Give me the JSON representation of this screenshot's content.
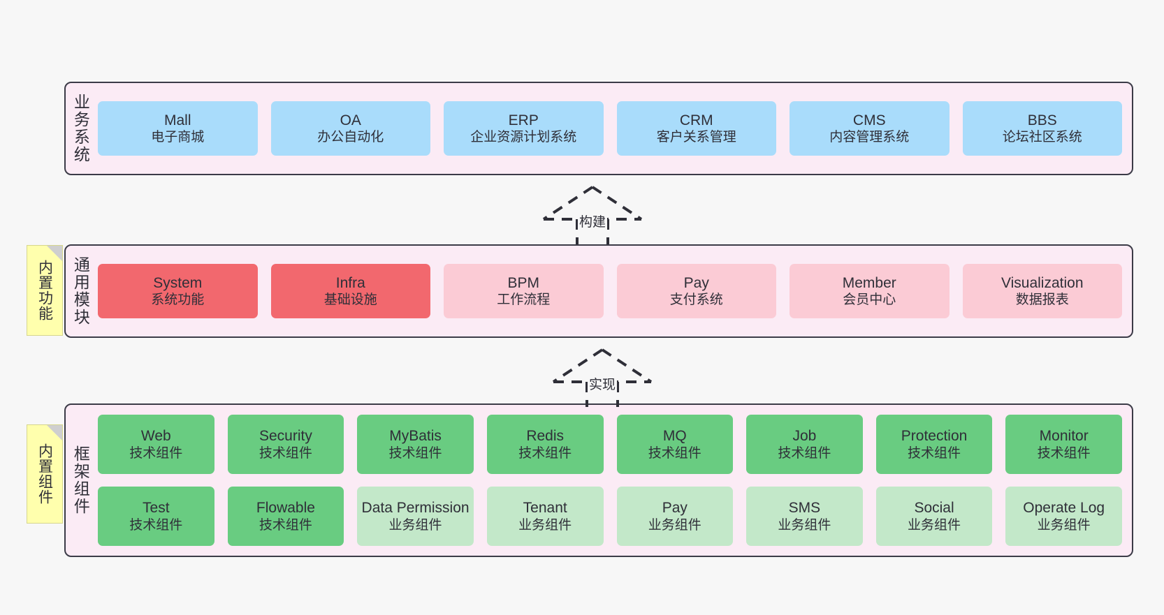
{
  "canvas": {
    "background": "#f7f7f7",
    "panel_background": "#fbebf5",
    "panel_border": "#3b3b47"
  },
  "notes": [
    {
      "label": "内置功能",
      "color": "#ffffad"
    },
    {
      "label": "内置组件",
      "color": "#ffffad"
    }
  ],
  "connectors": [
    {
      "label": "构建",
      "style": "dashed-hollow-arrow-up"
    },
    {
      "label": "实现",
      "style": "dashed-hollow-arrow-up"
    }
  ],
  "layers": [
    {
      "title": "业务系统",
      "rows": [
        {
          "cards": [
            {
              "title": "Mall",
              "subtitle": "电子商城",
              "color": "#a9dcfb",
              "tone": "blue"
            },
            {
              "title": "OA",
              "subtitle": "办公自动化",
              "color": "#a9dcfb",
              "tone": "blue"
            },
            {
              "title": "ERP",
              "subtitle": "企业资源计划系统",
              "color": "#a9dcfb",
              "tone": "blue"
            },
            {
              "title": "CRM",
              "subtitle": "客户关系管理",
              "color": "#a9dcfb",
              "tone": "blue"
            },
            {
              "title": "CMS",
              "subtitle": "内容管理系统",
              "color": "#a9dcfb",
              "tone": "blue"
            },
            {
              "title": "BBS",
              "subtitle": "论坛社区系统",
              "color": "#a9dcfb",
              "tone": "blue"
            }
          ]
        }
      ]
    },
    {
      "title": "通用模块",
      "rows": [
        {
          "cards": [
            {
              "title": "System",
              "subtitle": "系统功能",
              "color": "#f2686e",
              "tone": "red"
            },
            {
              "title": "Infra",
              "subtitle": "基础设施",
              "color": "#f2686e",
              "tone": "red"
            },
            {
              "title": "BPM",
              "subtitle": "工作流程",
              "color": "#fbcbd5",
              "tone": "pink"
            },
            {
              "title": "Pay",
              "subtitle": "支付系统",
              "color": "#fbcbd5",
              "tone": "pink"
            },
            {
              "title": "Member",
              "subtitle": "会员中心",
              "color": "#fbcbd5",
              "tone": "pink"
            },
            {
              "title": "Visualization",
              "subtitle": "数据报表",
              "color": "#fbcbd5",
              "tone": "pink"
            }
          ]
        }
      ]
    },
    {
      "title": "框架组件",
      "rows": [
        {
          "cards": [
            {
              "title": "Web",
              "subtitle": "技术组件",
              "color": "#69cc81",
              "tone": "green"
            },
            {
              "title": "Security",
              "subtitle": "技术组件",
              "color": "#69cc81",
              "tone": "green"
            },
            {
              "title": "MyBatis",
              "subtitle": "技术组件",
              "color": "#69cc81",
              "tone": "green"
            },
            {
              "title": "Redis",
              "subtitle": "技术组件",
              "color": "#69cc81",
              "tone": "green"
            },
            {
              "title": "MQ",
              "subtitle": "技术组件",
              "color": "#69cc81",
              "tone": "green"
            },
            {
              "title": "Job",
              "subtitle": "技术组件",
              "color": "#69cc81",
              "tone": "green"
            },
            {
              "title": "Protection",
              "subtitle": "技术组件",
              "color": "#69cc81",
              "tone": "green"
            },
            {
              "title": "Monitor",
              "subtitle": "技术组件",
              "color": "#69cc81",
              "tone": "green"
            }
          ]
        },
        {
          "cards": [
            {
              "title": "Test",
              "subtitle": "技术组件",
              "color": "#69cc81",
              "tone": "green"
            },
            {
              "title": "Flowable",
              "subtitle": "技术组件",
              "color": "#69cc81",
              "tone": "green"
            },
            {
              "title": "Data Permission",
              "subtitle": "业务组件",
              "color": "#c3e8c9",
              "tone": "lgreen"
            },
            {
              "title": "Tenant",
              "subtitle": "业务组件",
              "color": "#c3e8c9",
              "tone": "lgreen"
            },
            {
              "title": "Pay",
              "subtitle": "业务组件",
              "color": "#c3e8c9",
              "tone": "lgreen"
            },
            {
              "title": "SMS",
              "subtitle": "业务组件",
              "color": "#c3e8c9",
              "tone": "lgreen"
            },
            {
              "title": "Social",
              "subtitle": "业务组件",
              "color": "#c3e8c9",
              "tone": "lgreen"
            },
            {
              "title": "Operate Log",
              "subtitle": "业务组件",
              "color": "#c3e8c9",
              "tone": "lgreen"
            }
          ]
        }
      ]
    }
  ]
}
